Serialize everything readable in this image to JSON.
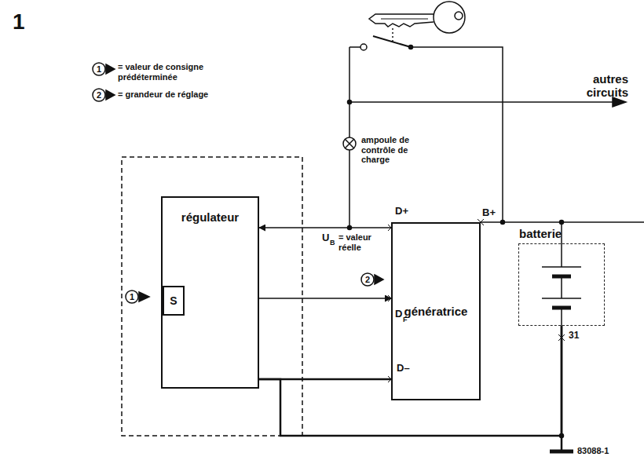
{
  "diagram": {
    "nodes": [
      {
        "text": [
          "régulateur"
        ]
      },
      {
        "text": [
          "S"
        ],
        "in": 0
      },
      {
        "text": [
          "génératrice"
        ]
      },
      {
        "text": [
          "batterie"
        ]
      }
    ],
    "edges": [
      {
        "from": 2,
        "to": 0,
        "arrow": "to"
      },
      {
        "from": 0,
        "to": 2,
        "arrow": "to"
      },
      {
        "from": 0,
        "to": 2,
        "arrow": "none"
      },
      {
        "from": 2,
        "to": 3,
        "arrow": "none"
      },
      {
        "from": 0,
        "to": 3,
        "arrow": "none"
      }
    ],
    "labels": [
      "1",
      "1",
      "2",
      "autres circuits",
      "ampoule de contrôle de charge",
      "D+",
      "U",
      "B",
      "= valeur réelle",
      "1",
      "2",
      "D",
      "F",
      "D–",
      "B+",
      "31",
      "83088-1"
    ],
    "legend": [
      {
        "text": "= valeur de consigne prédéterminée"
      },
      {
        "text": "= grandeur de réglage"
      }
    ]
  }
}
